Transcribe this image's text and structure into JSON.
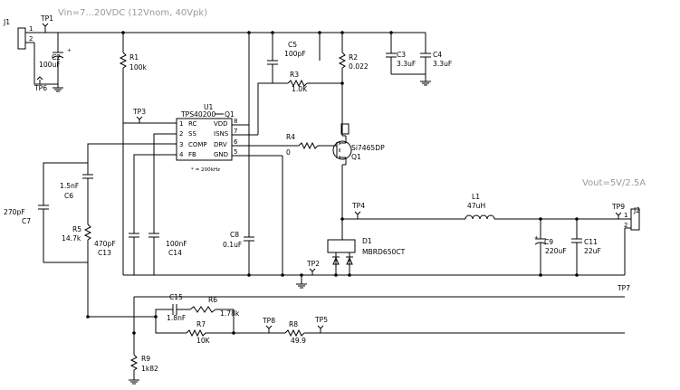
{
  "header": {
    "vin": "Vin=7...20VDC (12Vnom, 40Vpk)",
    "vout": "Vout=5V/2.5A"
  },
  "connectors": {
    "j1": "J1",
    "j2": "J2"
  },
  "pins": {
    "p1": "1",
    "p2": "2"
  },
  "testpoints": {
    "tp1": "TP1",
    "tp2": "TP2",
    "tp3": "TP3",
    "tp4": "TP4",
    "tp5": "TP5",
    "tp6": "TP6",
    "tp7": "TP7",
    "tp8": "TP8",
    "tp9": "TP9"
  },
  "ic": {
    "ref": "U1",
    "part": "TPS40200",
    "q1_suffix": "Q1",
    "left_pins": [
      {
        "num": "1",
        "name": "RC"
      },
      {
        "num": "2",
        "name": "SS"
      },
      {
        "num": "3",
        "name": "COMP"
      },
      {
        "num": "4",
        "name": "FB"
      }
    ],
    "right_pins": [
      {
        "num": "8",
        "name": "VDD"
      },
      {
        "num": "7",
        "name": "ISNS"
      },
      {
        "num": "6",
        "name": "DRV"
      },
      {
        "num": "5",
        "name": "GND"
      }
    ],
    "note": "* = 200kHz"
  },
  "components": {
    "C2": {
      "ref": "C2",
      "value": "100uF"
    },
    "R1": {
      "ref": "R1",
      "value": "100k"
    },
    "C5": {
      "ref": "C5",
      "value": "100pF"
    },
    "R2": {
      "ref": "R2",
      "value": "0.022"
    },
    "C3": {
      "ref": "C3",
      "value": "3.3uF"
    },
    "C4": {
      "ref": "C4",
      "value": "3.3uF"
    },
    "R3": {
      "ref": "R3",
      "value": "1.0K"
    },
    "R4": {
      "ref": "R4",
      "value": "0"
    },
    "Q1": {
      "ref": "Q1",
      "value": "Si7465DP"
    },
    "C6": {
      "ref": "C6",
      "value": "1.5nF"
    },
    "C7": {
      "ref": "C7",
      "value": "270pF"
    },
    "R5": {
      "ref": "R5",
      "value": "14.7k"
    },
    "C13": {
      "ref": "C13",
      "value": "470pF"
    },
    "C14": {
      "ref": "C14",
      "value": "100nF"
    },
    "C8": {
      "ref": "C8",
      "value": "0.1uF"
    },
    "L1": {
      "ref": "L1",
      "value": "47uH"
    },
    "D1": {
      "ref": "D1",
      "value": "MBRD650CT"
    },
    "C9": {
      "ref": "C9",
      "value": "220uF"
    },
    "C11": {
      "ref": "C11",
      "value": "22uF"
    },
    "C15": {
      "ref": "C15",
      "value": "1.8nF"
    },
    "R6": {
      "ref": "R6",
      "value": "1.78k"
    },
    "R7": {
      "ref": "R7",
      "value": "10K"
    },
    "R8": {
      "ref": "R8",
      "value": "49.9"
    },
    "R9": {
      "ref": "R9",
      "value": "1k82"
    }
  }
}
